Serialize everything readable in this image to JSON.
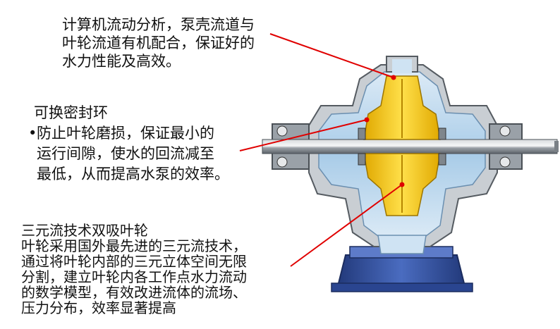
{
  "annotations": {
    "top": {
      "lines": [
        "计算机流动分析，泵壳流道与",
        "叶轮流道有机配合，保证好的",
        "水力性能及高效。"
      ]
    },
    "seal": {
      "title": "可换密封环",
      "bullet": "•",
      "lines": [
        "防止叶轮磨损，保证最小的",
        "运行间隙，使水的回流减至",
        "最低，从而提高水泵的效率。"
      ]
    },
    "impeller": {
      "title": "三元流技术双吸叶轮",
      "lines": [
        "叶轮采用国外最先进的三元流技术，",
        "通过将叶轮内部的三元立体空间无限",
        "分割，建立叶轮内各工作点水力流动",
        "的数学模型，有效改进流体的流场、",
        "压力分布，效率显著提高"
      ]
    }
  },
  "colors": {
    "leader_line": "#e00000",
    "impeller": "#f5c400",
    "casing_blue": "#a8cde8",
    "base_blue": "#2f4f9e",
    "shaft": "#8a9096"
  }
}
